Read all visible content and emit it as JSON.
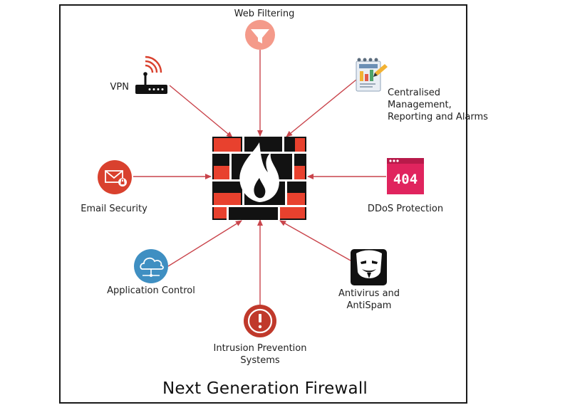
{
  "title": "Next Generation Firewall",
  "hub": {
    "icon": "firewall-brick-wall-with-flame-icon",
    "brick_color": "#e8412e",
    "dark_color": "#121212"
  },
  "features": [
    {
      "key": "web_filtering",
      "label": "Web Filtering",
      "icon": "filter-funnel-icon"
    },
    {
      "key": "centralised_management",
      "label": "Centralised\nManagement,\nReporting and Alarms",
      "icon": "report-document-icon"
    },
    {
      "key": "ddos_protection",
      "label": "DDoS Protection",
      "icon": "404-error-page-icon"
    },
    {
      "key": "antivirus_antispam",
      "label": "Antivirus and\nAntiSpam",
      "icon": "anonymous-mask-icon"
    },
    {
      "key": "intrusion_prevention",
      "label": "Intrusion Prevention\nSystems",
      "icon": "exclamation-alert-icon"
    },
    {
      "key": "application_control",
      "label": "Application Control",
      "icon": "cloud-network-icon"
    },
    {
      "key": "email_security",
      "label": "Email Security",
      "icon": "locked-envelope-icon"
    },
    {
      "key": "vpn",
      "label": "VPN",
      "icon": "wifi-router-icon"
    }
  ],
  "colors": {
    "arrow": "#c9444b",
    "filter_bg": "#f49a8a",
    "email_bg": "#d9412e",
    "ips_bg": "#c0392b",
    "cloud_bg": "#3f8fc2",
    "ddos_bg": "#e0245e",
    "mask_bg": "#111111"
  }
}
